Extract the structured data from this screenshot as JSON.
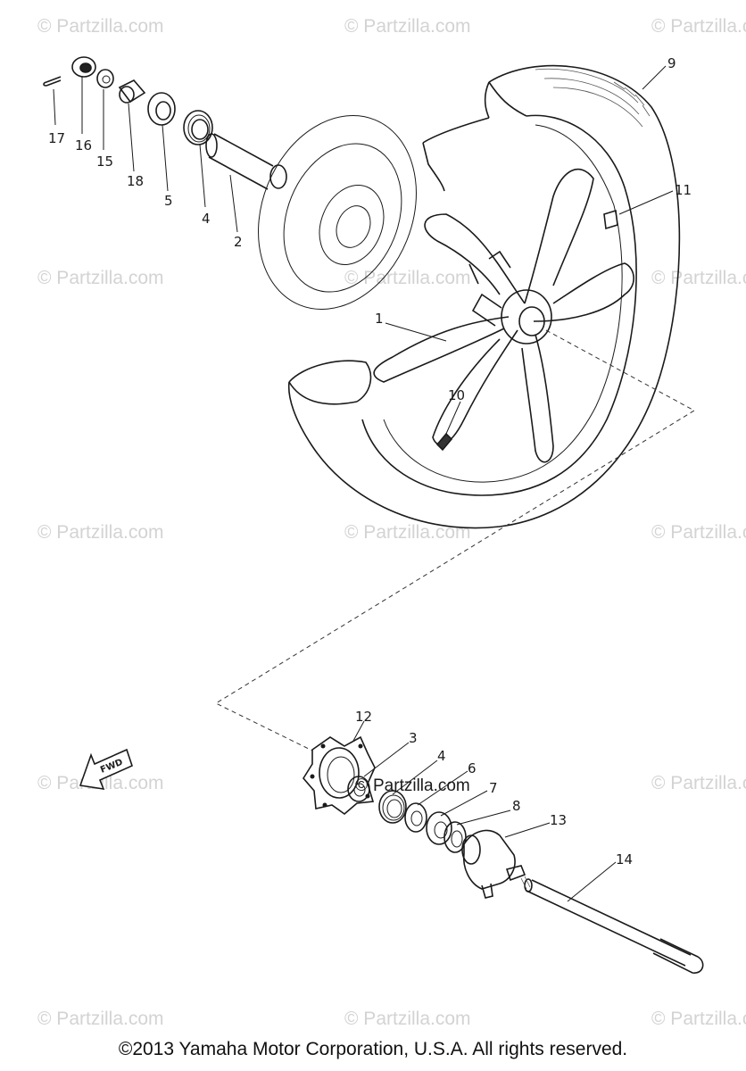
{
  "watermark": {
    "text": "© Partzilla.com"
  },
  "inline_watermark": "Partzilla.com",
  "fwd_label": "FWD",
  "callouts": {
    "c1": "1",
    "c2": "2",
    "c3": "3",
    "c4_top": "4",
    "c4_bottom": "4",
    "c5": "5",
    "c6": "6",
    "c7": "7",
    "c8": "8",
    "c9": "9",
    "c10": "10",
    "c11": "11",
    "c12": "12",
    "c13": "13",
    "c14": "14",
    "c15": "15",
    "c16": "16",
    "c17": "17",
    "c18": "18"
  },
  "copyright": "©2013 Yamaha Motor Corporation, U.S.A. All rights reserved.",
  "colors": {
    "ink": "#1a1a1a",
    "watermark": "#d3d3d3",
    "background": "#ffffff"
  }
}
